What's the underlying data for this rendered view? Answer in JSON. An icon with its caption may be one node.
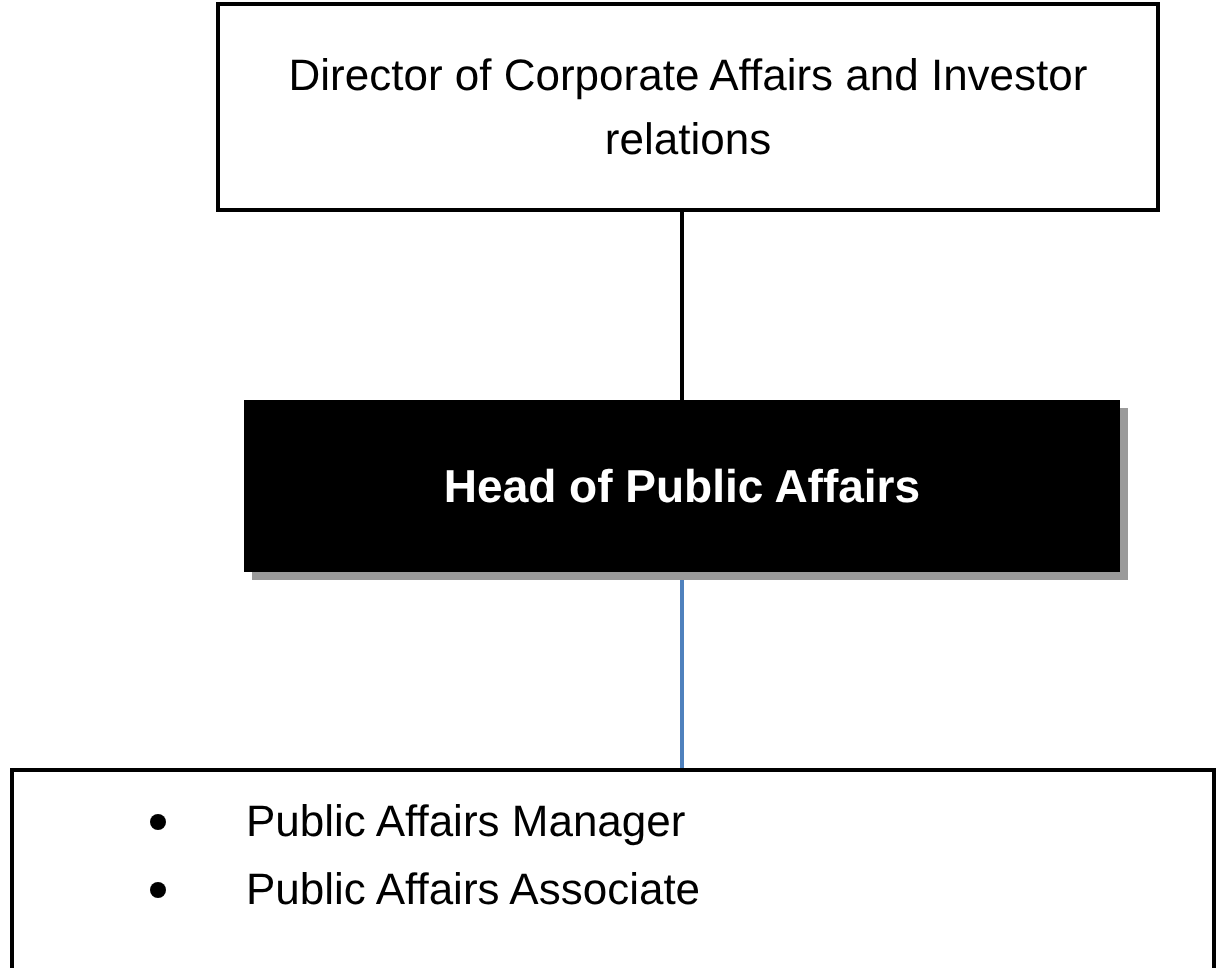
{
  "diagram": {
    "nodes": [
      {
        "text": [
          "Director of Corporate Affairs and Investor relations"
        ]
      },
      {
        "text": [
          "Head of Public Affairs"
        ]
      },
      {
        "text": [
          "Public Affairs Manager",
          "Public Affairs Associate"
        ]
      }
    ],
    "edges": [
      {
        "from": 0,
        "to": 1,
        "arrow": "none"
      },
      {
        "from": 1,
        "to": 2,
        "arrow": "none",
        "color": "#4f81bd"
      }
    ]
  }
}
